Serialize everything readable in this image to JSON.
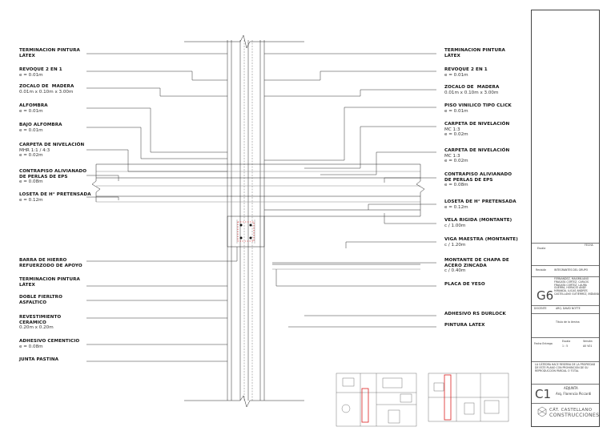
{
  "left_labels": [
    {
      "title": "TERMINACION PINTURA\nLÁTEX",
      "detail": ""
    },
    {
      "title": "REVOQUE 2 EN 1",
      "detail": "e = 0.01m"
    },
    {
      "title": "ZOCALO DE  MADERA",
      "detail": "0.01m x 0.10m x 3.00m"
    },
    {
      "title": "ALFOMBRA",
      "detail": "e = 0.01m"
    },
    {
      "title": "BAJO ALFOMBRA",
      "detail": "e = 0.01m"
    },
    {
      "title": "CARPETA DE NIVELACIÓN",
      "detail": "MHR 1:1 / 4:3\ne = 0.02m"
    },
    {
      "title": "CONTRAPISO ALIVIANADO\nDE PERLAS DE EPS",
      "detail": "e = 0.08m"
    },
    {
      "title": "LOSETA DE H° PRETENSADA",
      "detail": "e = 0.12m"
    },
    {
      "title": "BARRA DE HIERRO\nREFUERZODO DE APOYO",
      "detail": ""
    },
    {
      "title": "TERMINACION PINTURA\nLÁTEX",
      "detail": ""
    },
    {
      "title": "DOBLE FIERLTRO\nASFALTICO",
      "detail": ""
    },
    {
      "title": "REVESTIMIENTO\nCERAMICO",
      "detail": "0.20m x 0.20m"
    },
    {
      "title": "ADHESIVO CEMENTICIO",
      "detail": "e = 0.08m"
    },
    {
      "title": "JUNTA PASTINA",
      "detail": ""
    }
  ],
  "right_labels": [
    {
      "title": "TERMINACION PINTURA\nLÁTEX",
      "detail": ""
    },
    {
      "title": "REVOQUE 2 EN 1",
      "detail": "e = 0.01m"
    },
    {
      "title": "ZOCALO DE  MADERA",
      "detail": "0.01m x 0.10m x 3.00m"
    },
    {
      "title": "PISO VINILICO TIPO CLICK",
      "detail": "e = 0.01m"
    },
    {
      "title": "CARPETA DE NIVELACIÓN",
      "detail": "MC 1:3\ne = 0.02m"
    },
    {
      "title": "CARPETA DE NIVELACIÓN",
      "detail": "MC 1:3\ne = 0.02m"
    },
    {
      "title": "CONTRAPISO ALIVIANADO\nDE PERLAS DE EPS",
      "detail": "e = 0.08m"
    },
    {
      "title": "LOSETA DE H° PRETENSADA",
      "detail": "e = 0.12m"
    },
    {
      "title": "VELA RIGIDA (MONTANTE)",
      "detail": "c / 1.00m"
    },
    {
      "title": "VIGA MAESTRA (MONTANTE)",
      "detail": "c / 1.20m"
    },
    {
      "title": "MONTANTE DE CHAPA DE\nACERO ZINCADA",
      "detail": "c / 0.40m"
    },
    {
      "title": "PLACA DE YESO",
      "detail": ""
    },
    {
      "title": "ADHESIVO RS DURLOCK",
      "detail": ""
    },
    {
      "title": "PINTURA LATEX",
      "detail": ""
    }
  ],
  "title_block": {
    "fecha_label": "FECHA",
    "escala_label": "Escala",
    "revision_label": "Revisión",
    "grupo_label": "INTEGRANTES DEL GRUPO",
    "members": "FERNANDEZ, MAXIMILIANO\nFRAGATA CORTEZ, CARLOS\nFRAGATA CORTEZ, LAURA\nGUERRA, HORACIO ANDY\nMIRANDA, LUCAS ANDRÉS\nCASTELLANO GUTIÉRREZ, INDIANA",
    "group_code": "G6",
    "docente_label": "DOCENTE",
    "docente": "ARQ. DAVID NOTTE",
    "titulo_lamina": "Título de la lámina",
    "fecha_entrega_label": "Fecha Entrega",
    "escala2_label": "Escala",
    "escala_value": "1 : 5",
    "version_label": "Versión",
    "version_value": "A0 V01",
    "copyright": "LA CÁTEDRA HACE RESERVA DE LA PROPIEDAD\nDE ESTE PLANO CON PROHIBICIÓN DE SU\nREPRODUCCIÓN PARCIAL O TOTAL",
    "sheet_code": "C1",
    "adjunto_label": "ADJUNTA",
    "adjunto_name": "Arq. Florencia Piccardi",
    "brand_line1": "CÁT. CASTELLANO",
    "brand_line2": "CONSTRUCCIONES"
  }
}
